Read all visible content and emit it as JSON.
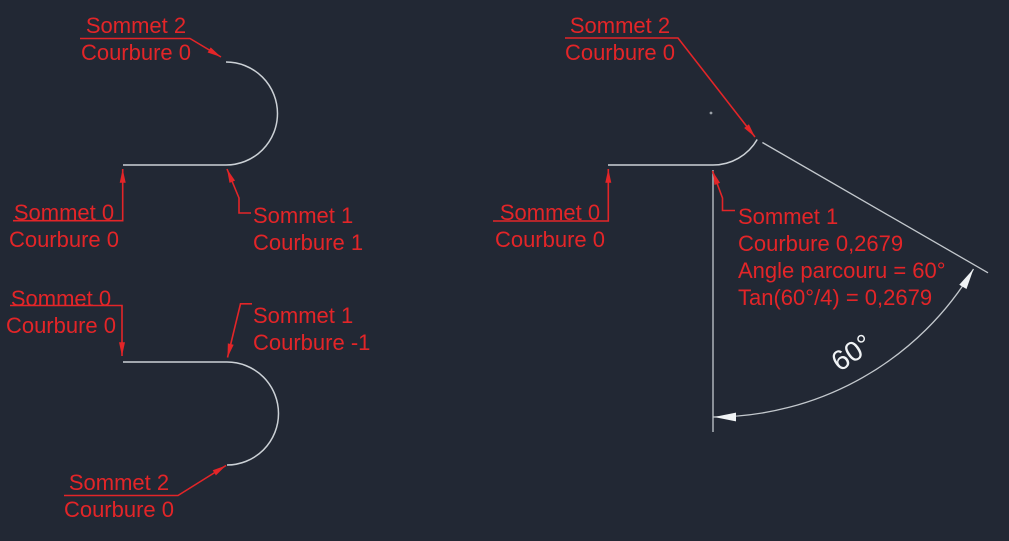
{
  "drawing": {
    "description_labels_language": "fr",
    "colors": {
      "background": "#222834",
      "geometry": "#ccd1d6",
      "annotation_red": "#e32528",
      "dimension_text": "#f0f3f5"
    },
    "figures": [
      {
        "name": "polyline-arc-bulge-plus-1",
        "labels": {
          "sommet0": [
            "Sommet 0",
            "Courbure 0"
          ],
          "sommet1": [
            "Sommet 1",
            "Courbure 1"
          ],
          "sommet2": [
            "Sommet 2",
            "Courbure 0"
          ]
        }
      },
      {
        "name": "polyline-arc-bulge-minus-1",
        "labels": {
          "sommet0": [
            "Sommet 0",
            "Courbure 0"
          ],
          "sommet1": [
            "Sommet 1",
            "Courbure -1"
          ],
          "sommet2": [
            "Sommet 2",
            "Courbure 0"
          ]
        }
      },
      {
        "name": "polyline-arc-bulge-0-2679",
        "labels": {
          "sommet0": [
            "Sommet 0",
            "Courbure 0"
          ],
          "sommet1": [
            "Sommet 1",
            "Courbure 0,2679",
            "Angle parcouru = 60°",
            "Tan(60°/4) = 0,2679"
          ],
          "sommet2": [
            "Sommet 2",
            "Courbure 0"
          ]
        },
        "dimension": {
          "angle": "60°"
        }
      }
    ]
  }
}
